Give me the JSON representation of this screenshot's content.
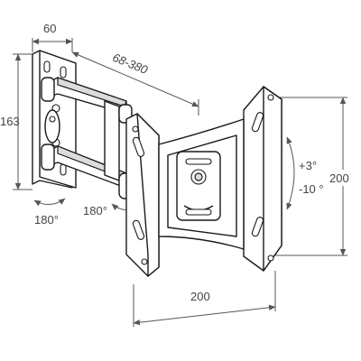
{
  "dimensions": {
    "wall_plate_depth": "60",
    "extension_range": "68-380",
    "height_wall_plate": "163",
    "swivel_wall": "180°",
    "swivel_arm": "180°",
    "tilt_up": "+3°",
    "tilt_down": "-10 °",
    "vesa_vertical": "200",
    "vesa_horizontal": "200"
  },
  "colors": {
    "line": "#1a1a1a",
    "dimension": "#555555",
    "fill_dark": "#dcdcdc"
  }
}
